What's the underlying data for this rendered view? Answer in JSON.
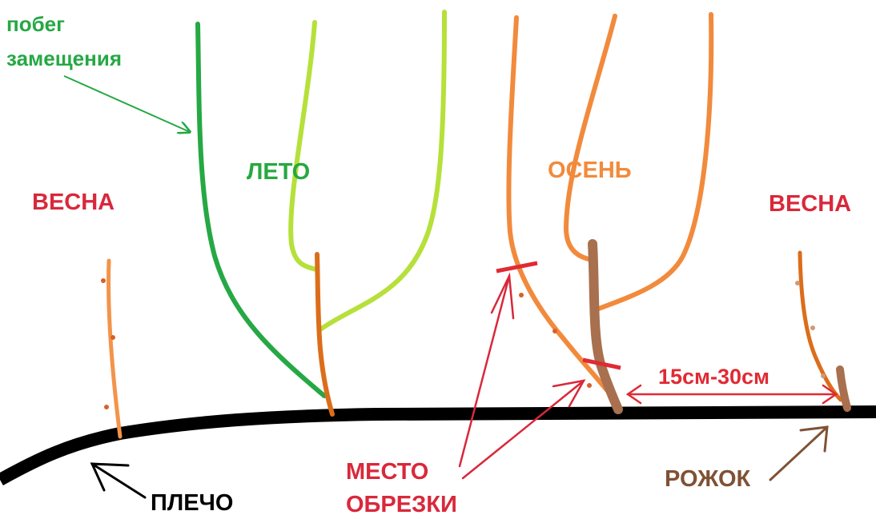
{
  "labels": {
    "replacement_shoot": {
      "line1": "побег",
      "line2": "замещения"
    },
    "spring_left": "ВЕСНА",
    "summer": "ЛЕТО",
    "autumn": "ОСЕНЬ",
    "spring_right": "ВЕСНА",
    "distance": "15см-30см",
    "cut_place": {
      "line1": "МЕСТО",
      "line2": "ОБРЕЗКИ"
    },
    "shoulder": "ПЛЕЧО",
    "spur": "РОЖОК"
  },
  "colors": {
    "replacement_green": "#26a844",
    "summer_green": "#27a83f",
    "summer_shoot": "#b6e03a",
    "autumn_orange": "#f28a3c",
    "spring_red": "#d9283b",
    "young_orange": "#f2944a",
    "cane_orange": "#dc6d1a",
    "spur_brown": "#a8704e",
    "cut_red": "#e02a34",
    "arm_black": "#000000",
    "spur_label": "#7f5235"
  }
}
